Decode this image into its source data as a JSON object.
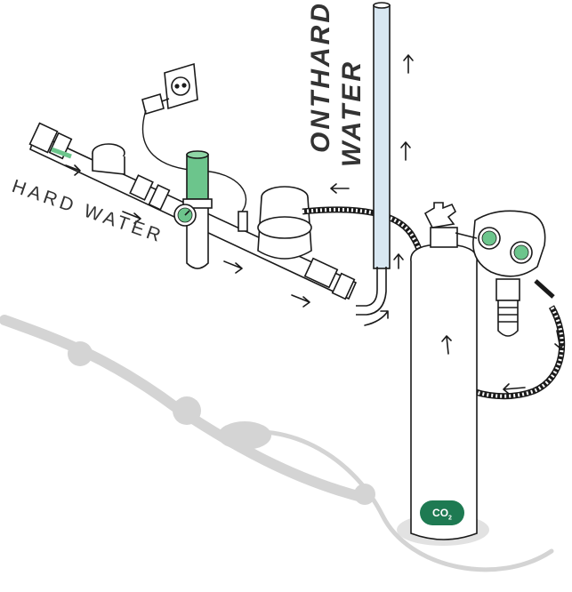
{
  "labels": {
    "hard_water": "HARD WATER",
    "onthard_line1": "ONTHARD",
    "onthard_line2": "WATER",
    "co2": "CO",
    "co2_sub": "2"
  },
  "colors": {
    "outline": "#1a1a1a",
    "accent_green": "#6cc58c",
    "badge_green": "#1e7a52",
    "shadow_grey": "#d4d4d4",
    "column_blue": "#d8e7f2"
  },
  "icons": [
    "power-socket-icon",
    "plug-icon",
    "pressure-gauge-icon",
    "flow-arrow-icon",
    "co2-cylinder-icon",
    "pressure-regulator-icon"
  ]
}
